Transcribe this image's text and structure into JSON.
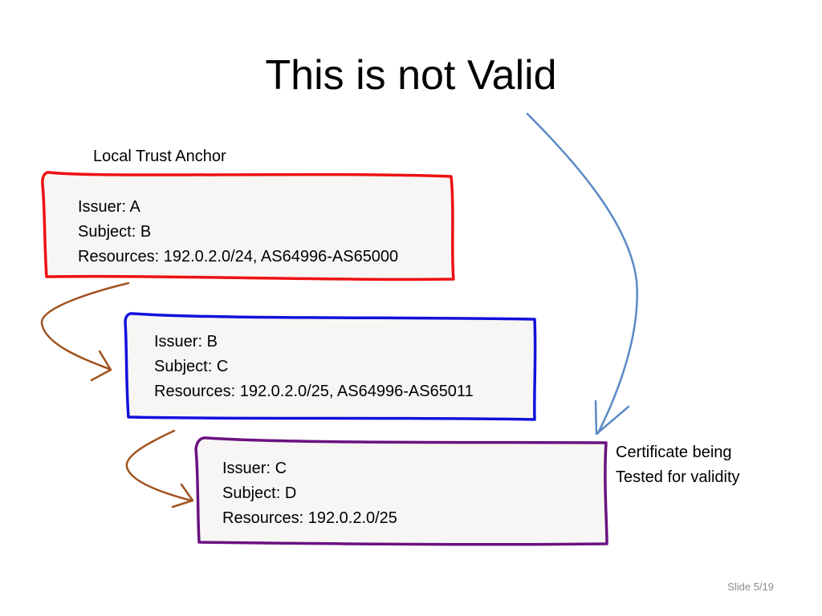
{
  "slide": {
    "title": "This is not Valid",
    "slide_number": "Slide 5/19"
  },
  "labels": {
    "trust_anchor": "Local Trust Anchor",
    "tested_line1": "Certificate being",
    "tested_line2": "Tested for validity"
  },
  "certificates": [
    {
      "issuer": "Issuer: A",
      "subject": "Subject: B",
      "resources": "Resources: 192.0.2.0/24, AS64996-AS65000",
      "border_color": "#ee1111"
    },
    {
      "issuer": "Issuer: B",
      "subject": "Subject: C",
      "resources": "Resources: 192.0.2.0/25, AS64996-AS65011",
      "border_color": "#1111dd"
    },
    {
      "issuer": "Issuer: C",
      "subject": "Subject: D",
      "resources": "Resources: 192.0.2.0/25",
      "border_color": "#6a1280"
    }
  ],
  "colors": {
    "box_fill": "#f7f6f4",
    "chain_arrow": "#a0521e",
    "pointer_arrow": "#5a8ac4"
  }
}
